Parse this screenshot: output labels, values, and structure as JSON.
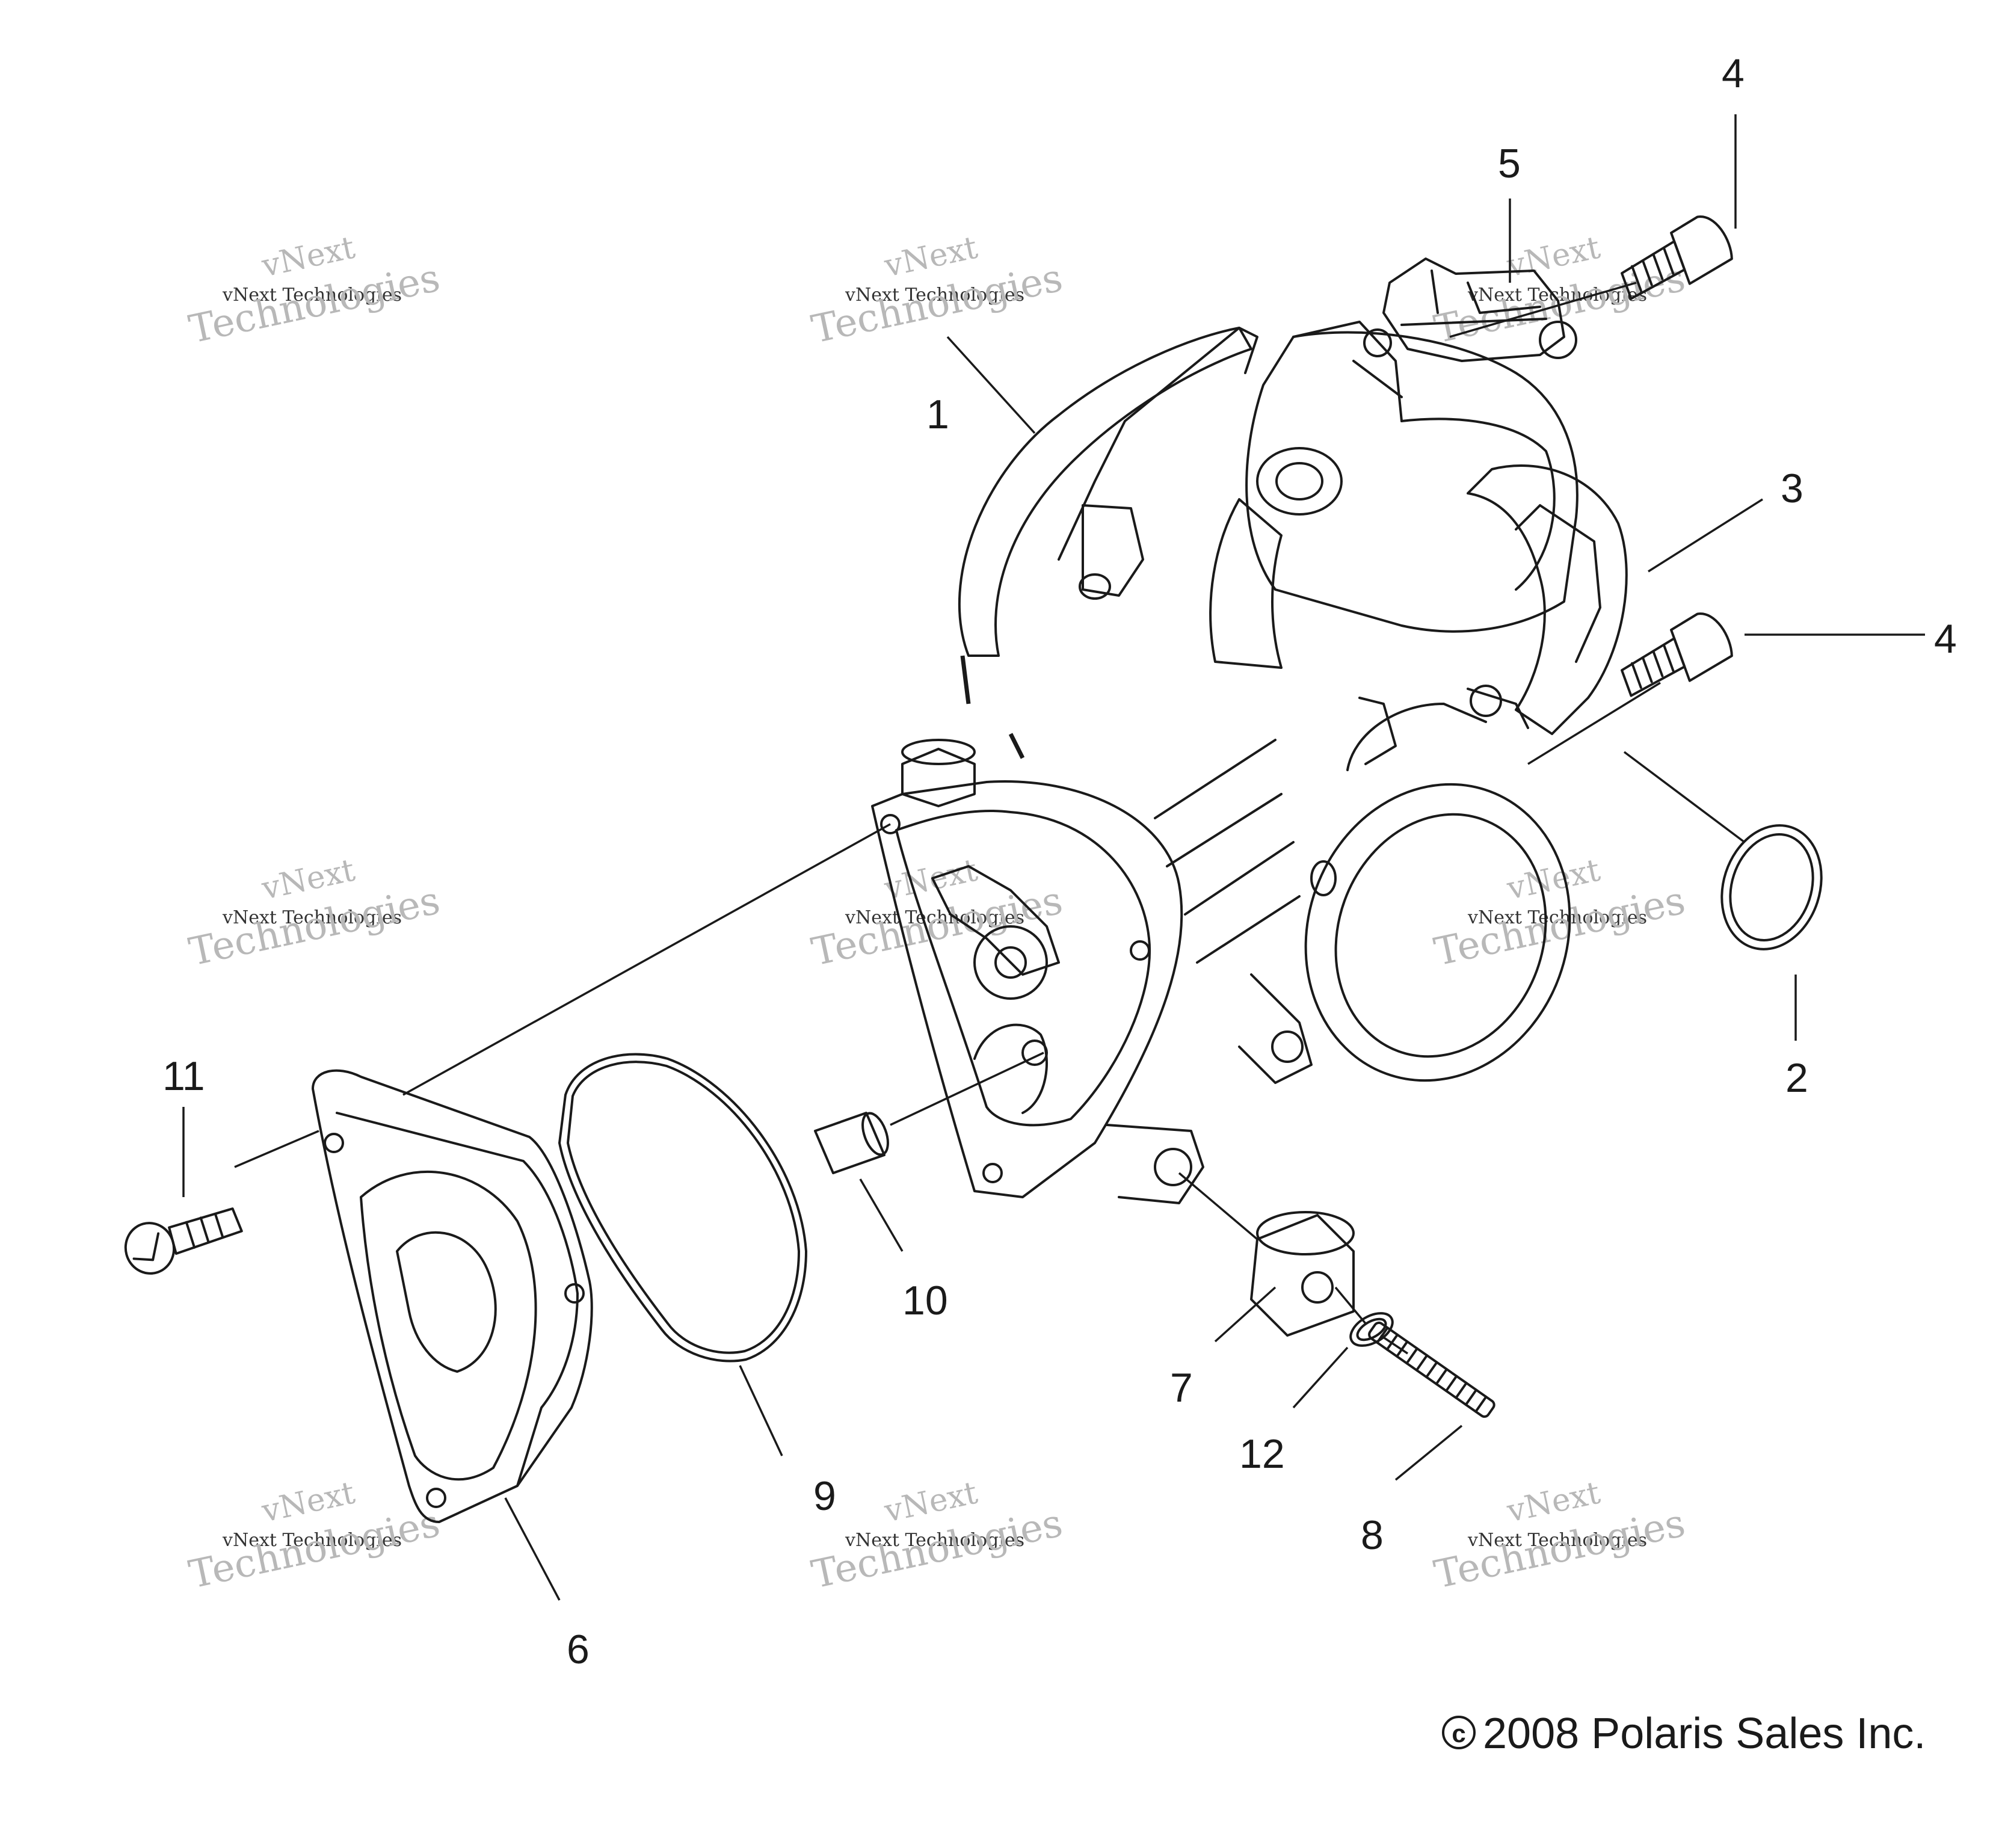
{
  "callouts": [
    {
      "id": "1",
      "text": "1"
    },
    {
      "id": "2",
      "text": "2"
    },
    {
      "id": "3",
      "text": "3"
    },
    {
      "id": "4a",
      "text": "4"
    },
    {
      "id": "4b",
      "text": "4"
    },
    {
      "id": "5",
      "text": "5"
    },
    {
      "id": "6",
      "text": "6"
    },
    {
      "id": "7",
      "text": "7"
    },
    {
      "id": "8",
      "text": "8"
    },
    {
      "id": "9",
      "text": "9"
    },
    {
      "id": "10",
      "text": "10"
    },
    {
      "id": "11",
      "text": "11"
    },
    {
      "id": "12",
      "text": "12"
    }
  ],
  "watermark": {
    "line1": "vNext",
    "line2": "vNext Technologies",
    "line3": "Technologies"
  },
  "copyright": {
    "symbol": "c",
    "text": "2008 Polaris Sales Inc."
  }
}
